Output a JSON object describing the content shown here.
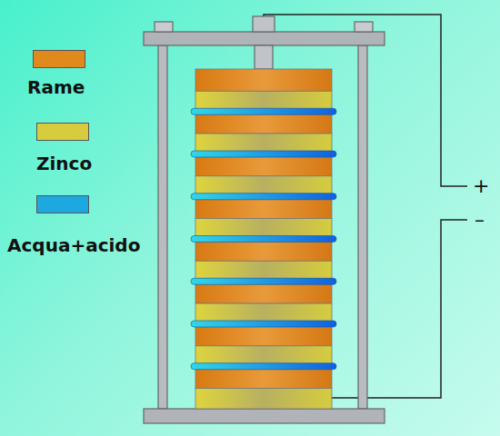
{
  "diagram": {
    "labels": [
      "+",
      "–"
    ],
    "legend": [
      {
        "text": "Rame",
        "color": "#e08a1e"
      },
      {
        "text": "Zinco",
        "color": "#d6cc3e"
      },
      {
        "text": "Acqua+acido",
        "color": "#1ea8e0"
      }
    ]
  }
}
